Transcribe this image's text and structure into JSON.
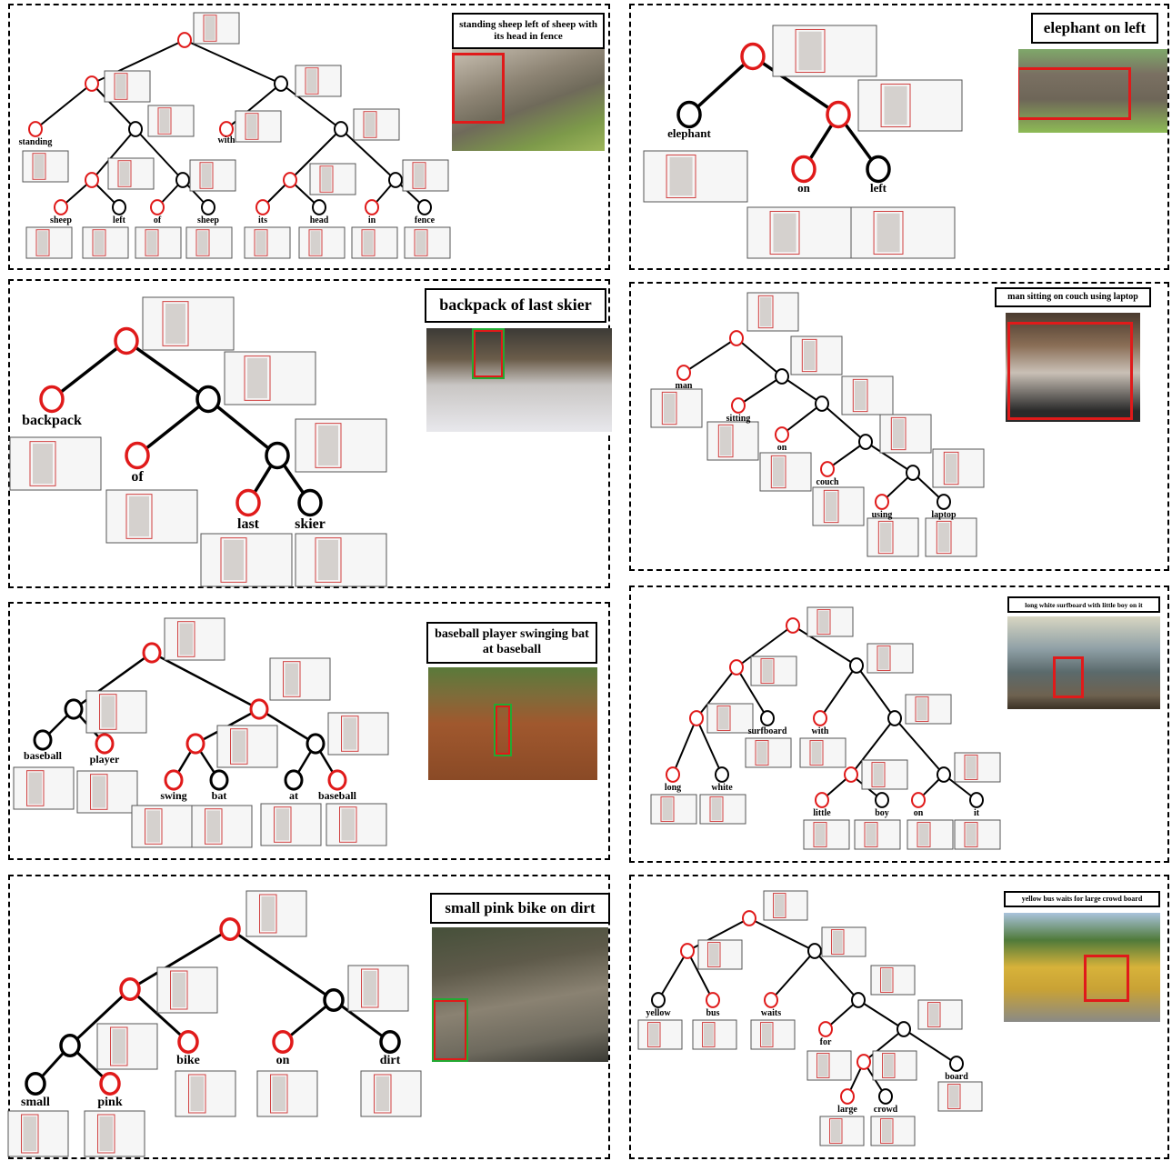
{
  "colors": {
    "relevant_node": "#e01a1a",
    "irrelevant_node": "#000000",
    "ground_truth_box": "#22aa33",
    "prediction_box": "#e01a1a"
  },
  "panels": [
    {
      "id": "p1",
      "query": "standing sheep left of sheep with its head in fence",
      "words": [
        "standing",
        "with",
        "sheep",
        "left",
        "of",
        "sheep",
        "its",
        "head",
        "in",
        "fence"
      ],
      "photo_desc_icon": "sheep-photo"
    },
    {
      "id": "p2",
      "query": "elephant on left",
      "words": [
        "elephant",
        "on",
        "left"
      ],
      "photo_desc_icon": "elephant-photo"
    },
    {
      "id": "p3",
      "query": "backpack of last skier",
      "words": [
        "backpack",
        "of",
        "last",
        "skier"
      ],
      "photo_desc_icon": "skier-photo"
    },
    {
      "id": "p4",
      "query": "man sitting on couch using laptop",
      "words": [
        "man",
        "sitting",
        "on",
        "couch",
        "using",
        "laptop"
      ],
      "photo_desc_icon": "couch-photo"
    },
    {
      "id": "p5",
      "query": "baseball player swinging bat at baseball",
      "words": [
        "baseball",
        "player",
        "swing",
        "bat",
        "at",
        "baseball"
      ],
      "photo_desc_icon": "baseball-photo"
    },
    {
      "id": "p6",
      "query": "long white surfboard with little boy on it",
      "words": [
        "surfboard",
        "with",
        "long",
        "white",
        "little",
        "boy",
        "on",
        "it"
      ],
      "photo_desc_icon": "surf-photo"
    },
    {
      "id": "p7",
      "query": "small pink bike on dirt",
      "words": [
        "bike",
        "on",
        "dirt",
        "small",
        "pink"
      ],
      "photo_desc_icon": "bike-photo"
    },
    {
      "id": "p8",
      "query": "yellow bus waits for large crowd board",
      "words": [
        "yellow",
        "bus",
        "waits",
        "for",
        "board",
        "large",
        "crowd"
      ],
      "photo_desc_icon": "bus-photo"
    }
  ]
}
